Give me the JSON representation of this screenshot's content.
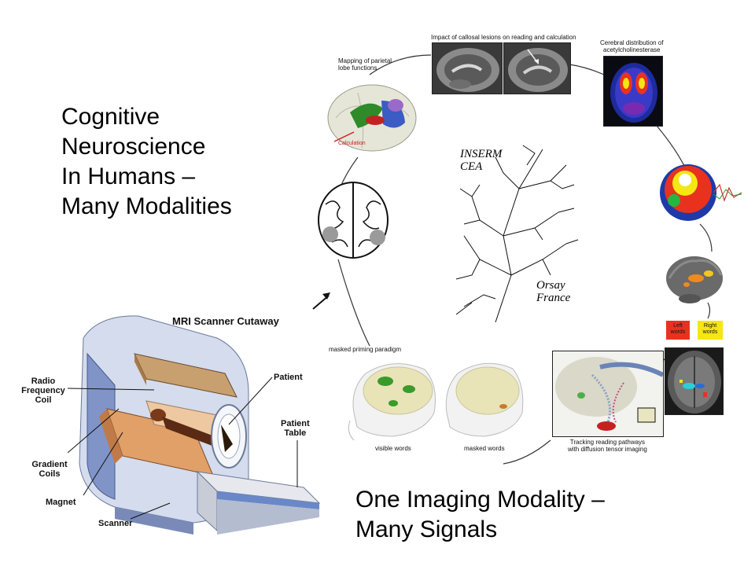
{
  "headline_left": [
    "Cognitive",
    "Neuroscience",
    "In Humans –",
    "Many Modalities"
  ],
  "headline_bottom": [
    "One Imaging Modality –",
    "Many Signals"
  ],
  "mri": {
    "title": "MRI Scanner Cutaway",
    "labels": {
      "rf_coil": [
        "Radio",
        "Frequency",
        "Coil"
      ],
      "gradient": [
        "Gradient",
        "Coils"
      ],
      "magnet": "Magnet",
      "scanner": "Scanner",
      "patient": "Patient",
      "table": [
        "Patient",
        "Table"
      ]
    }
  },
  "collage": {
    "parietal_caption": [
      "Mapping of parietal",
      "lobe functions"
    ],
    "calculation": "Calculation",
    "callosal_caption": "Impact of callosal lesions on reading and calculation",
    "acetyl_caption": [
      "Cerebral distribution of",
      "acetylcholinesterase"
    ],
    "inserm": [
      "INSERM",
      "CEA"
    ],
    "orsay": [
      "Orsay",
      "France"
    ],
    "priming_caption": "masked priming paradigm",
    "visible_words": "visible words",
    "masked_words": "masked words",
    "dti_caption": [
      "Tracking reading pathways",
      "with diffusion tensor imaging"
    ],
    "left_words": [
      "Left",
      "words"
    ],
    "right_words": [
      "Right",
      "words"
    ]
  },
  "colors": {
    "accent_red": "#e8321e",
    "accent_yellow": "#f5e614",
    "pet_blue": "#1d2b9c"
  }
}
